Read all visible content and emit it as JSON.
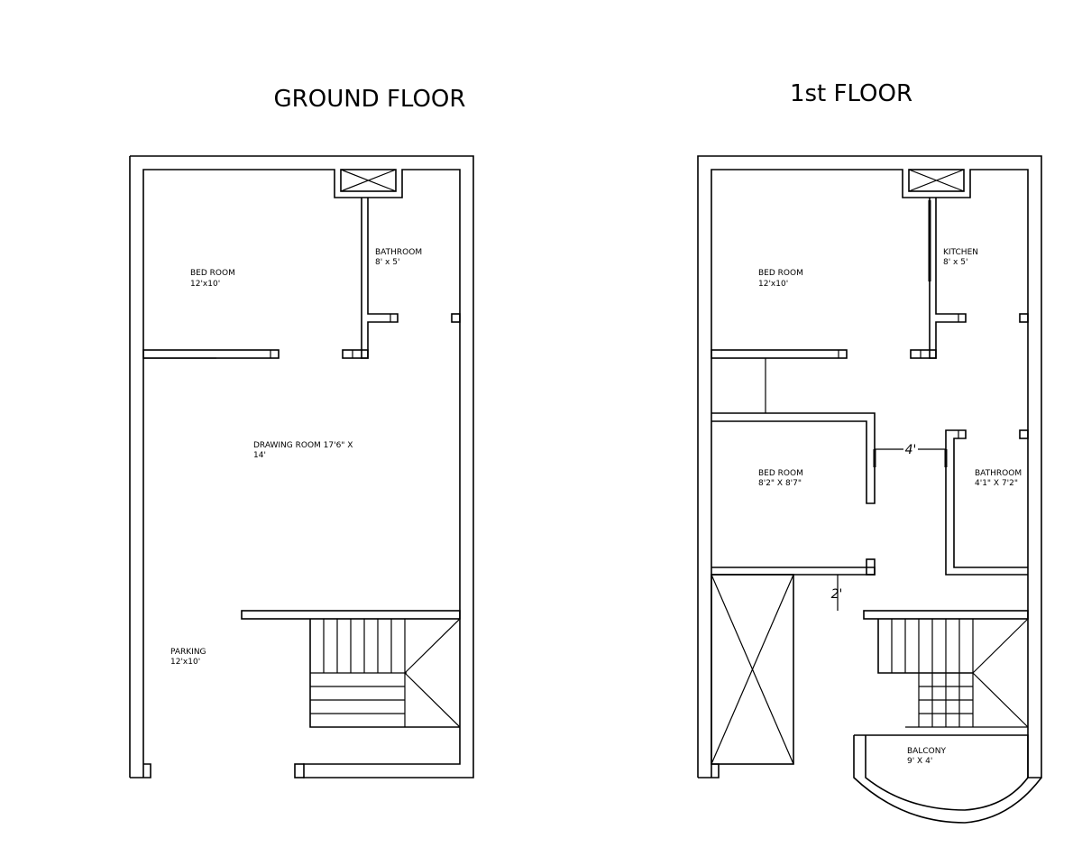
{
  "ground_floor": {
    "title": "GROUND FLOOR",
    "rooms": [
      {
        "name": "BED ROOM",
        "size": "12'x10'"
      },
      {
        "name": "BATHROOM",
        "size": "8' x 5'"
      },
      {
        "name": "DRAWING ROOM 17'6\" X",
        "size": "14'"
      },
      {
        "name": "PARKING",
        "size": "12'x10'"
      }
    ]
  },
  "first_floor": {
    "title": "1st FLOOR",
    "rooms": [
      {
        "name": "BED ROOM",
        "size": "12'x10'"
      },
      {
        "name": "KITCHEN",
        "size": "8' x 5'"
      },
      {
        "name": "BED ROOM",
        "size": "8'2\" X 8'7\""
      },
      {
        "name": "BATHROOM",
        "size": "4'1\" X 7'2\""
      },
      {
        "name": "BALCONY",
        "size": "9' X 4'"
      }
    ],
    "dimensions": [
      "4'",
      "2'"
    ]
  }
}
